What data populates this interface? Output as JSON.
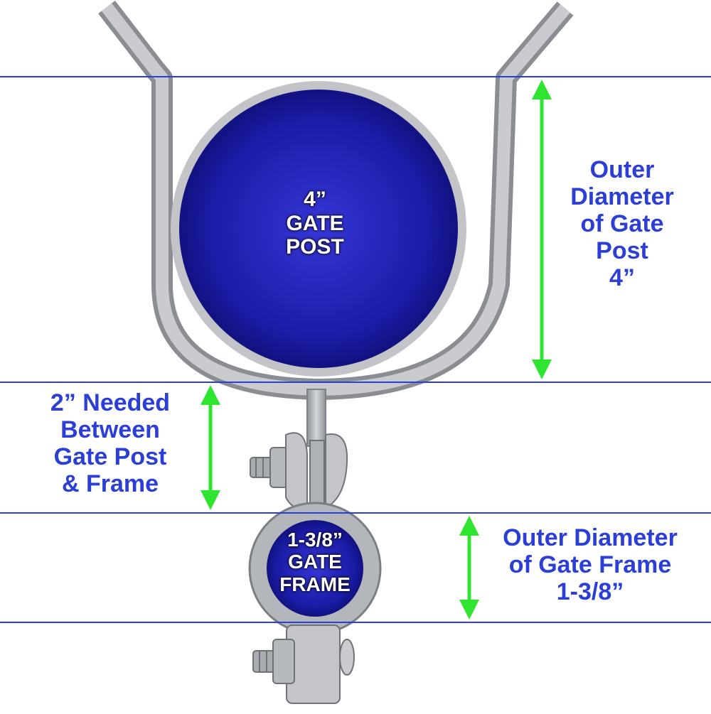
{
  "colors": {
    "post_blue": "#1f1fae",
    "guide_line": "#2b3fd6",
    "arrow_green": "#2fe52f",
    "label_blue": "#2b3fd6",
    "metal": "#b9bcc0"
  },
  "post_label": [
    "4”",
    "GATE",
    "POST"
  ],
  "frame_label": [
    "1-3/8”",
    "GATE",
    "FRAME"
  ],
  "post_dimension": [
    "Outer",
    "Diameter",
    "of Gate",
    "Post",
    "4”"
  ],
  "gap_dimension": [
    "2” Needed",
    "Between",
    "Gate Post",
    "& Frame"
  ],
  "frame_dimension": [
    "Outer Diameter",
    "of Gate Frame",
    "1-3/8”"
  ]
}
